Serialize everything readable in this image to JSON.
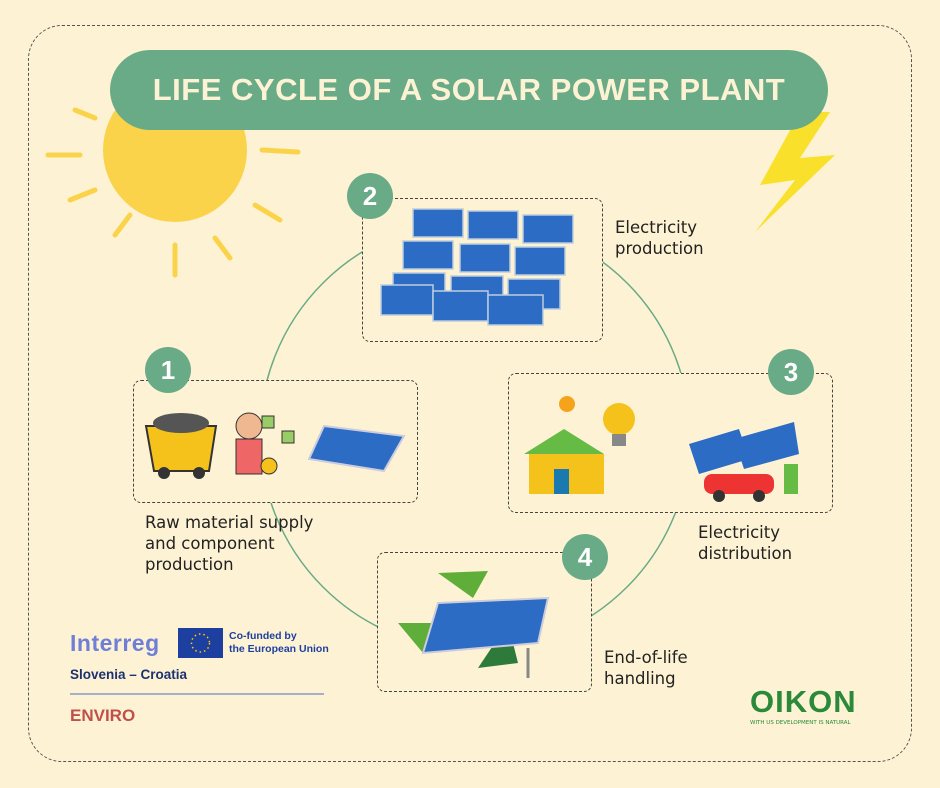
{
  "title": "LIFE CYCLE OF A SOLAR POWER PLANT",
  "steps": [
    {
      "number": "1",
      "label_line1": "Raw material supply",
      "label_line2": "and component",
      "label_line3": "production"
    },
    {
      "number": "2",
      "label_line1": "Electricity",
      "label_line2": "production"
    },
    {
      "number": "3",
      "label_line1": "Electricity",
      "label_line2": "distribution"
    },
    {
      "number": "4",
      "label_line1": "End-of-life",
      "label_line2": "handling"
    }
  ],
  "footer": {
    "interreg": "Interreg",
    "cofunded_line1": "Co-funded by",
    "cofunded_line2": "the European Union",
    "region": "Slovenia – Croatia",
    "project": "ENVIRO",
    "oikon": "OIKON",
    "oikon_tagline": "WITH US DEVELOPMENT IS NATURAL"
  },
  "colors": {
    "background": "#fdf3d4",
    "accent": "#6aab87",
    "sun": "#fbd34a",
    "enviro": "#c0504a"
  }
}
